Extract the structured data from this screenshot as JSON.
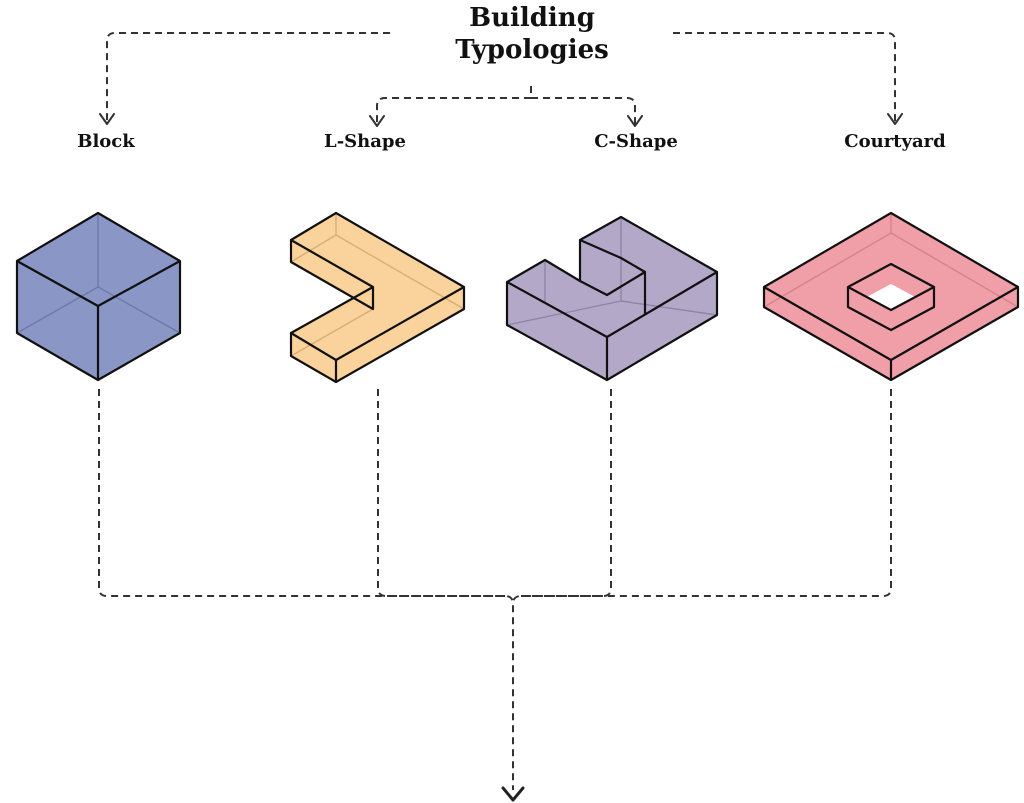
{
  "diagram": {
    "title_line1": "Building",
    "title_line2": "Typologies",
    "types": [
      {
        "id": "block",
        "label": "Block",
        "color": "#8A97C6",
        "edge_color": "#6C79AA"
      },
      {
        "id": "lshape",
        "label": "L-Shape",
        "color": "#FAD39C",
        "edge_color": "#D9AE74"
      },
      {
        "id": "cshape",
        "label": "C-Shape",
        "color": "#B4A8C8",
        "edge_color": "#8F84A6"
      },
      {
        "id": "courtyard",
        "label": "Courtyard",
        "color": "#F09EA7",
        "edge_color": "#D6828B"
      }
    ]
  }
}
